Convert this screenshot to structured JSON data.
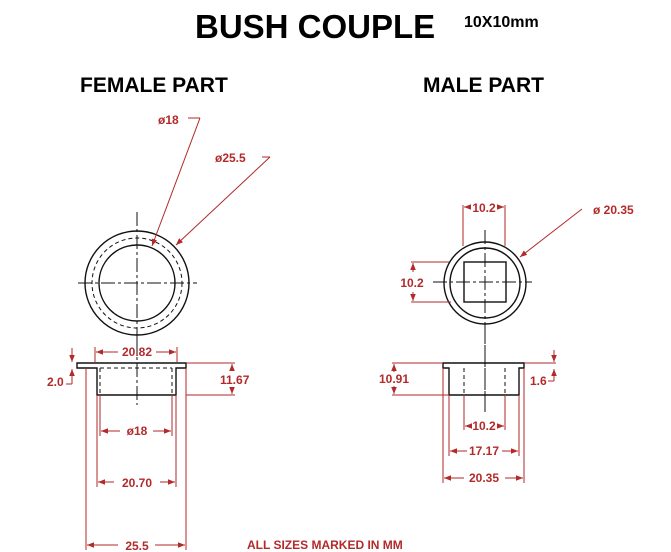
{
  "title": "BUSH COUPLE",
  "size_note": "10X10mm",
  "female": {
    "heading": "FEMALE PART",
    "inner_dia": "ø18",
    "outer_dia": "ø25.5",
    "flange_top_width": "20.82",
    "flange_thickness": "2.0",
    "height": "11.67",
    "bore_dia": "ø18",
    "body_width": "20.70",
    "flange_width": "25.5"
  },
  "male": {
    "heading": "MALE PART",
    "square_width": "10.2",
    "square_height": "10.2",
    "outer_dia": "ø 20.35",
    "height": "10.91",
    "flange_thickness": "1.6",
    "square_bottom": "10.2",
    "body_width": "17.17",
    "flange_width": "20.35"
  },
  "footer_note": "ALL SIZES MARKED IN MM",
  "colors": {
    "dimension": "#b22a2a",
    "outline": "#111111"
  }
}
